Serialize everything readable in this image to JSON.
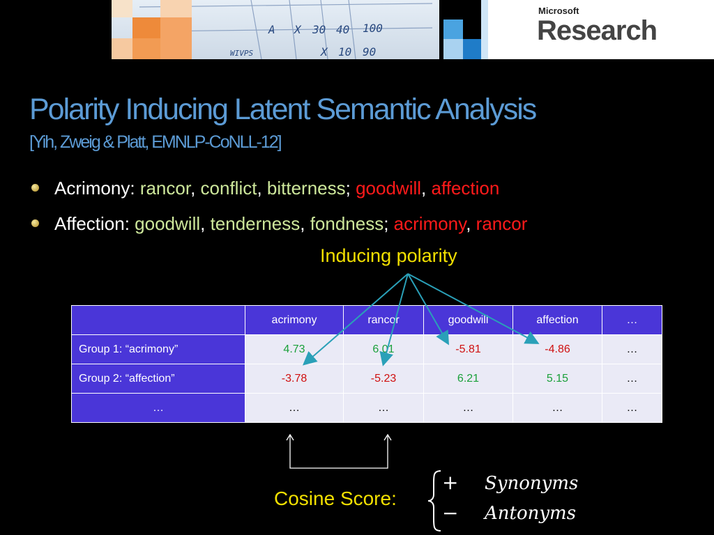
{
  "header": {
    "logo_small": "Microsoft",
    "logo_big": "Research",
    "sketch_text": [
      "A",
      "X",
      "30",
      "40",
      "100",
      "X",
      "10",
      "90",
      "WIVPS"
    ]
  },
  "title": "Polarity Inducing Latent Semantic Analysis",
  "subtitle": "[Yih, Zweig & Platt, EMNLP-CoNLL-12]",
  "bullets": [
    {
      "head": "Acrimony:",
      "synonyms": [
        "rancor",
        "conflict",
        "bitterness"
      ],
      "antonyms": [
        "goodwill",
        "affection"
      ]
    },
    {
      "head": "Affection:",
      "synonyms": [
        "goodwill",
        "tenderness",
        "fondness"
      ],
      "antonyms": [
        "acrimony",
        "rancor"
      ]
    }
  ],
  "inducing_label": "Inducing polarity",
  "table": {
    "headers": [
      "",
      "acrimony",
      "rancor",
      "goodwill",
      "affection",
      "…"
    ],
    "rows": [
      {
        "label": "Group 1: “acrimony”",
        "cells": [
          "4.73",
          "6.01",
          "-5.81",
          "-4.86",
          "…"
        ]
      },
      {
        "label": "Group 2: “affection”",
        "cells": [
          "-3.78",
          "-5.23",
          "6.21",
          "5.15",
          "…"
        ]
      },
      {
        "label": "…",
        "cells": [
          "…",
          "…",
          "…",
          "…",
          "…"
        ]
      }
    ]
  },
  "cosine": {
    "label": "Cosine Score:",
    "plus_sign": "+",
    "plus_text": "Synonyms",
    "minus_sign": "−",
    "minus_text": "Antonyms"
  },
  "colors": {
    "title": "#5c9bd5",
    "synonym": "#cde79b",
    "antonym": "#ff1a1a",
    "highlight": "#f2e000",
    "table_header": "#4a36d8",
    "positive_score": "#1aa03a",
    "negative_score": "#d01010"
  }
}
